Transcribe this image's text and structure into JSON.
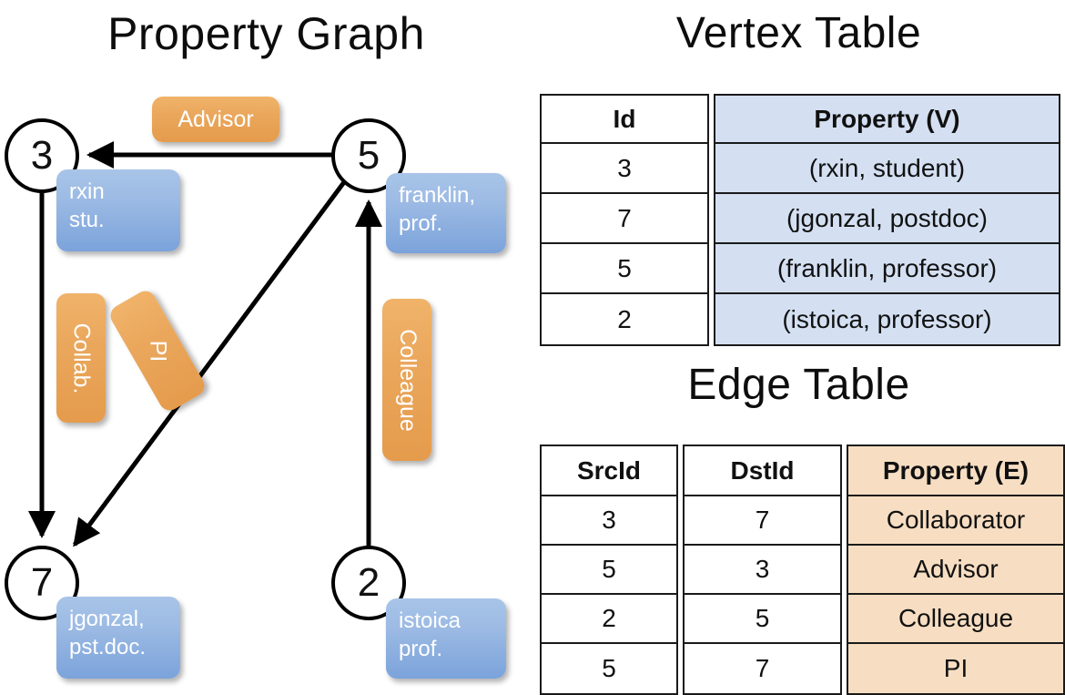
{
  "titles": {
    "property_graph": "Property Graph",
    "vertex_table": "Vertex Table",
    "edge_table": "Edge Table"
  },
  "graph": {
    "nodes": [
      {
        "id": "3",
        "label": "3",
        "property_lines": [
          "rxin",
          "stu."
        ]
      },
      {
        "id": "5",
        "label": "5",
        "property_lines": [
          "franklin,",
          "prof."
        ]
      },
      {
        "id": "7",
        "label": "7",
        "property_lines": [
          "jgonzal,",
          "pst.doc."
        ]
      },
      {
        "id": "2",
        "label": "2",
        "property_lines": [
          "istoica",
          "prof."
        ]
      }
    ],
    "edge_labels": [
      {
        "name": "advisor",
        "text": "Advisor"
      },
      {
        "name": "collab",
        "text": "Collab."
      },
      {
        "name": "pi",
        "text": "PI"
      },
      {
        "name": "colleague",
        "text": "Colleague"
      }
    ]
  },
  "vertex_table": {
    "headers": [
      "Id",
      "Property (V)"
    ],
    "rows": [
      {
        "id": "3",
        "property": "(rxin, student)"
      },
      {
        "id": "7",
        "property": "(jgonzal, postdoc)"
      },
      {
        "id": "5",
        "property": "(franklin, professor)"
      },
      {
        "id": "2",
        "property": "(istoica, professor)"
      }
    ]
  },
  "edge_table": {
    "headers": [
      "SrcId",
      "DstId",
      "Property (E)"
    ],
    "rows": [
      {
        "src": "3",
        "dst": "7",
        "property": "Collaborator"
      },
      {
        "src": "5",
        "dst": "3",
        "property": "Advisor"
      },
      {
        "src": "2",
        "dst": "5",
        "property": "Colleague"
      },
      {
        "src": "5",
        "dst": "7",
        "property": "PI"
      }
    ]
  },
  "colors": {
    "vertex_property_fill": "#d4e0f2",
    "edge_property_fill": "#f7dec2",
    "vertex_box_blue": "#7ba3db",
    "edge_box_orange": "#e9a257",
    "stroke": "#000000"
  }
}
